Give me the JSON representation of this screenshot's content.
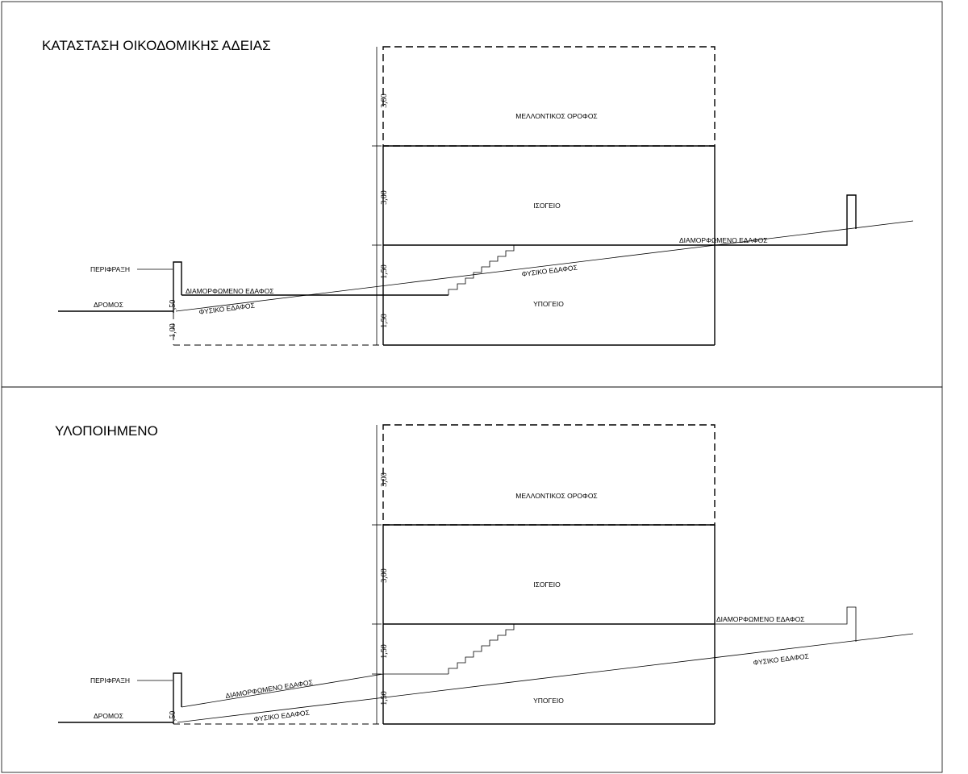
{
  "panels": [
    {
      "title": "ΚΑΤΑΣΤΑΣΗ ΟΙΚΟΔΟΜΙΚΗΣ ΑΔΕΙΑΣ",
      "rooms": {
        "future": "ΜΕΛΛΟΝΤΙΚΟΣ ΟΡΟΦΟΣ",
        "ground": "ΙΣΟΓΕΙΟ",
        "basement": "ΥΠΟΓΕΙΟ"
      },
      "labels": {
        "fence": "ΠΕΡΙΦΡΑΞΗ",
        "road": "ΔΡΟΜΟΣ",
        "formed_left": "ΔΙΑΜΟΡΦΩΜΕΝΟ ΕΔΑΦΟΣ",
        "formed_right": "ΔΙΑΜΟΡΦΩΜΕΝΟ ΕΔΑΦΟΣ",
        "natural_left": "ΦΥΣΙΚΟ ΕΔΑΦΟΣ",
        "natural_mid": "ΦΥΣΙΚΟ ΕΔΑΦΟΣ"
      },
      "dims": {
        "d1": "3,00",
        "d2": "3,00",
        "d3": "1,50",
        "d4": "1,50",
        "d5": ",50",
        "d6": "1,00"
      }
    },
    {
      "title": "ΥΛΟΠΟΙΗΜΕΝΟ",
      "rooms": {
        "future": "ΜΕΛΛΟΝΤΙΚΟΣ ΟΡΟΦΟΣ",
        "ground": "ΙΣΟΓΕΙΟ",
        "basement": "ΥΠΟΓΕΙΟ"
      },
      "labels": {
        "fence": "ΠΕΡΙΦΡΑΞΗ",
        "road": "ΔΡΟΜΟΣ",
        "formed_left": "ΔΙΑΜΟΡΦΩΜΕΝΟ ΕΔΑΦΟΣ",
        "formed_right": "ΔΙΑΜΟΡΦΩΜΕΝΟ ΕΔΑΦΟΣ",
        "natural_left": "ΦΥΣΙΚΟ ΕΔΑΦΟΣ",
        "natural_right": "ΦΥΣΙΚΟ ΕΔΑΦΟΣ"
      },
      "dims": {
        "d1": "3,00",
        "d2": "3,00",
        "d3": "1,50",
        "d4": "1,50",
        "d5": ",50"
      }
    }
  ]
}
